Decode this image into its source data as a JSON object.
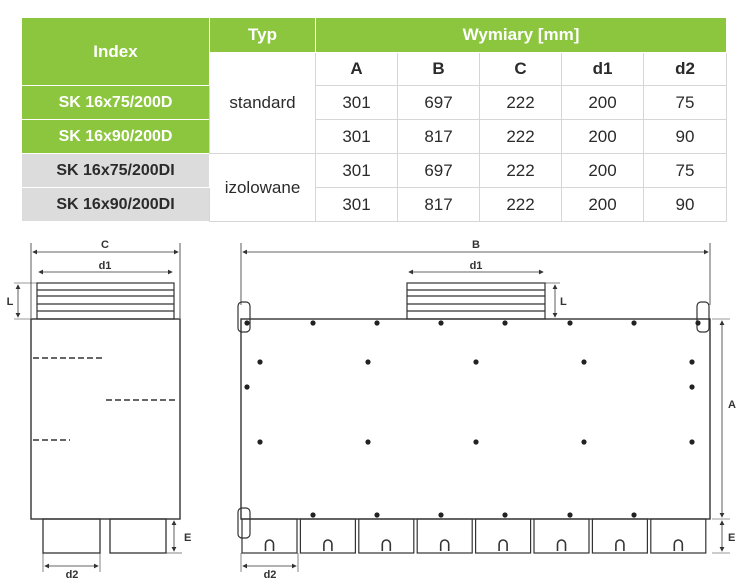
{
  "table": {
    "header": {
      "index": "Index",
      "typ": "Typ",
      "wymiary": "Wymiary [mm]",
      "sub": [
        "A",
        "B",
        "C",
        "d1",
        "d2"
      ]
    },
    "rows": [
      {
        "index": "SK 16x75/200D",
        "values": [
          "301",
          "697",
          "222",
          "200",
          "75"
        ]
      },
      {
        "index": "SK 16x90/200D",
        "values": [
          "301",
          "817",
          "222",
          "200",
          "90"
        ]
      },
      {
        "index": "SK 16x75/200DI",
        "values": [
          "301",
          "697",
          "222",
          "200",
          "75"
        ]
      },
      {
        "index": "SK 16x90/200DI",
        "values": [
          "301",
          "817",
          "222",
          "200",
          "90"
        ]
      }
    ],
    "types": {
      "standard": "standard",
      "izolowane": "izolowane"
    }
  },
  "drawings": {
    "side": {
      "c": "C",
      "d1": "d1",
      "l": "L",
      "e": "E",
      "d2": "d2"
    },
    "front": {
      "b": "B",
      "d1": "d1",
      "l": "L",
      "a": "A",
      "e": "E",
      "d2": "d2"
    }
  },
  "colors": {
    "green": "#8cc63f",
    "gray": "#dcdcdc",
    "line": "#333333"
  }
}
